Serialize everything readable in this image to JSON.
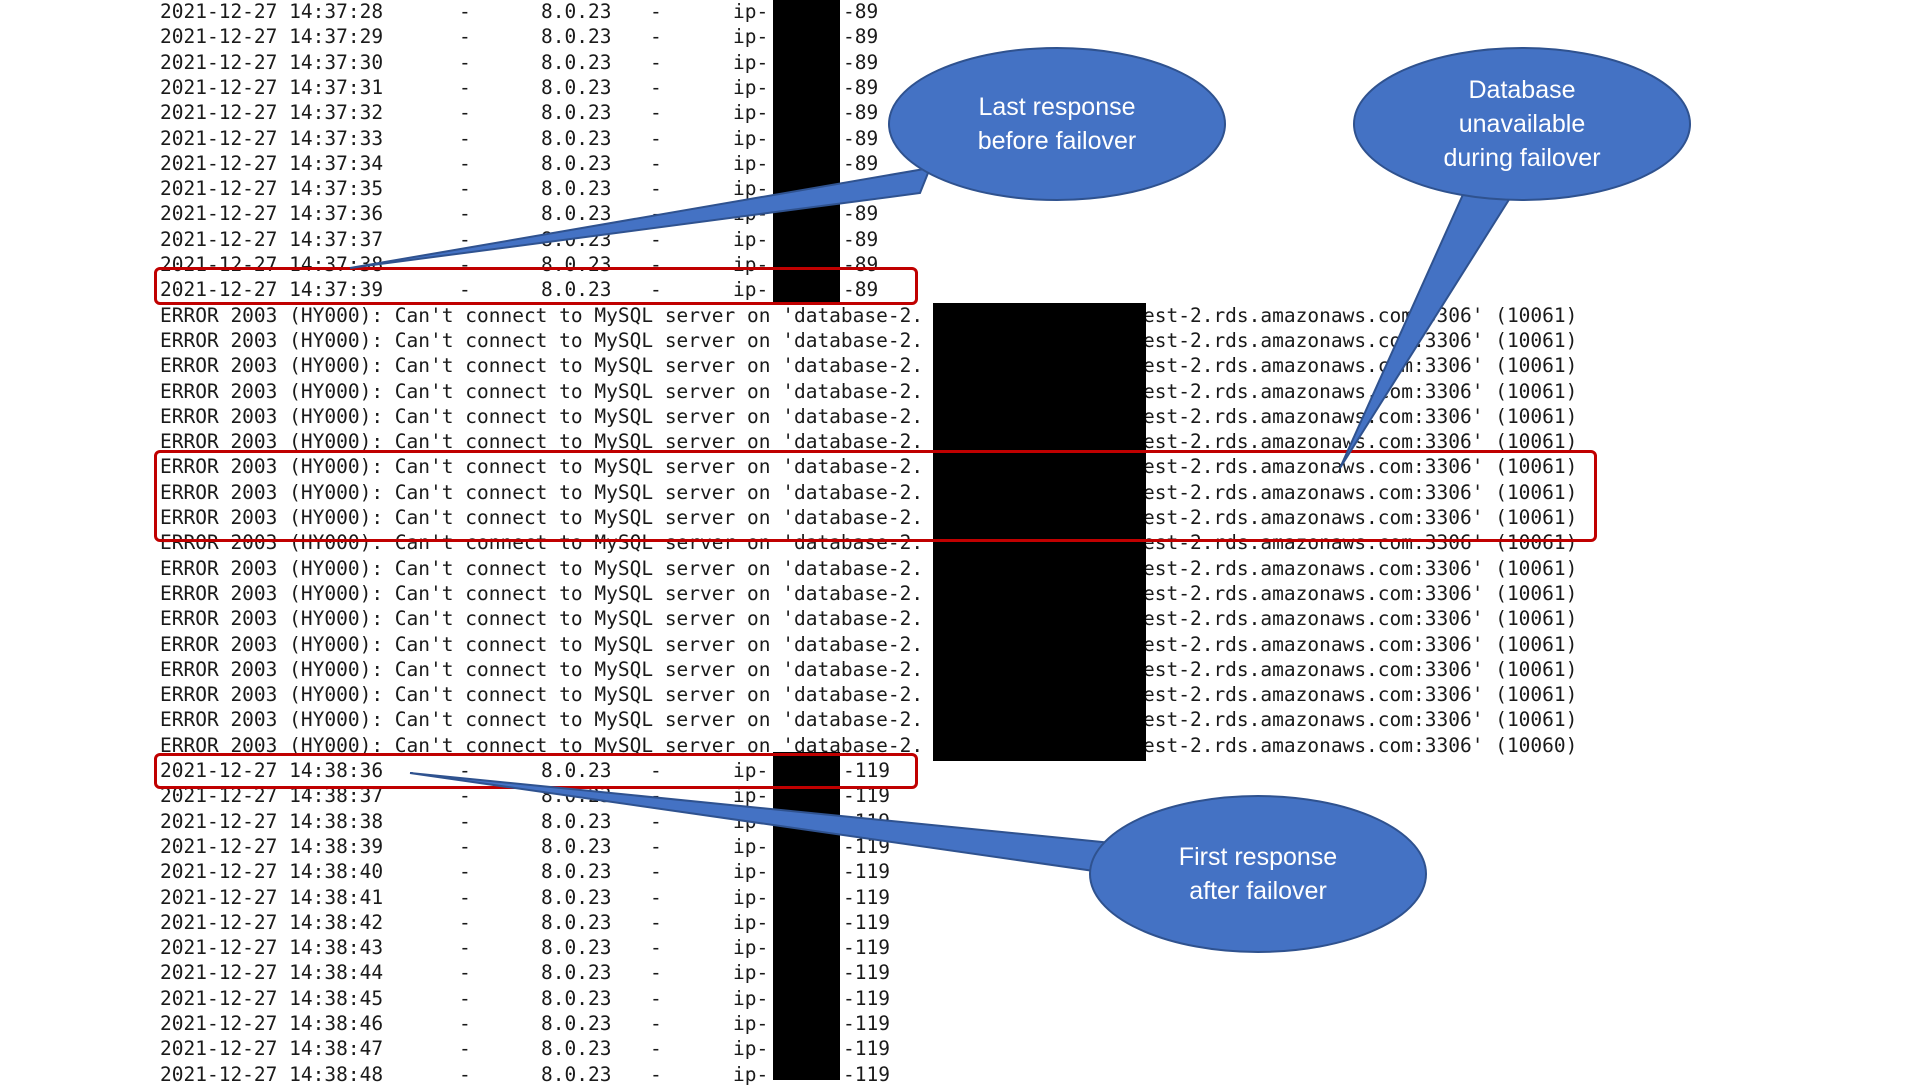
{
  "log": {
    "pre_failover_rows": [
      {
        "timestamp": "2021-12-27 14:37:28",
        "dash1": "-",
        "version": "8.0.23",
        "dash2": "-",
        "ip_prefix": "ip-",
        "ip_suffix": "-89"
      },
      {
        "timestamp": "2021-12-27 14:37:29",
        "dash1": "-",
        "version": "8.0.23",
        "dash2": "-",
        "ip_prefix": "ip-",
        "ip_suffix": "-89"
      },
      {
        "timestamp": "2021-12-27 14:37:30",
        "dash1": "-",
        "version": "8.0.23",
        "dash2": "-",
        "ip_prefix": "ip-",
        "ip_suffix": "-89"
      },
      {
        "timestamp": "2021-12-27 14:37:31",
        "dash1": "-",
        "version": "8.0.23",
        "dash2": "-",
        "ip_prefix": "ip-",
        "ip_suffix": "-89"
      },
      {
        "timestamp": "2021-12-27 14:37:32",
        "dash1": "-",
        "version": "8.0.23",
        "dash2": "-",
        "ip_prefix": "ip-",
        "ip_suffix": "-89"
      },
      {
        "timestamp": "2021-12-27 14:37:33",
        "dash1": "-",
        "version": "8.0.23",
        "dash2": "-",
        "ip_prefix": "ip-",
        "ip_suffix": "-89"
      },
      {
        "timestamp": "2021-12-27 14:37:34",
        "dash1": "-",
        "version": "8.0.23",
        "dash2": "-",
        "ip_prefix": "ip-",
        "ip_suffix": "-89"
      },
      {
        "timestamp": "2021-12-27 14:37:35",
        "dash1": "-",
        "version": "8.0.23",
        "dash2": "-",
        "ip_prefix": "ip-",
        "ip_suffix": "-89"
      },
      {
        "timestamp": "2021-12-27 14:37:36",
        "dash1": "-",
        "version": "8.0.23",
        "dash2": "-",
        "ip_prefix": "ip-",
        "ip_suffix": "-89"
      },
      {
        "timestamp": "2021-12-27 14:37:37",
        "dash1": "-",
        "version": "8.0.23",
        "dash2": "-",
        "ip_prefix": "ip-",
        "ip_suffix": "-89"
      },
      {
        "timestamp": "2021-12-27 14:37:38",
        "dash1": "-",
        "version": "8.0.23",
        "dash2": "-",
        "ip_prefix": "ip-",
        "ip_suffix": "-89"
      },
      {
        "timestamp": "2021-12-27 14:37:39",
        "dash1": "-",
        "version": "8.0.23",
        "dash2": "-",
        "ip_prefix": "ip-",
        "ip_suffix": "-89"
      }
    ],
    "error_rows": [
      {
        "left": "ERROR 2003 (HY000): Can't connect to MySQL server on 'database-2.",
        "right": "est-2.rds.amazonaws.com:3306' (10061)"
      },
      {
        "left": "ERROR 2003 (HY000): Can't connect to MySQL server on 'database-2.",
        "right": "est-2.rds.amazonaws.com:3306' (10061)"
      },
      {
        "left": "ERROR 2003 (HY000): Can't connect to MySQL server on 'database-2.",
        "right": "est-2.rds.amazonaws.com:3306' (10061)"
      },
      {
        "left": "ERROR 2003 (HY000): Can't connect to MySQL server on 'database-2.",
        "right": "est-2.rds.amazonaws.com:3306' (10061)"
      },
      {
        "left": "ERROR 2003 (HY000): Can't connect to MySQL server on 'database-2.",
        "right": "est-2.rds.amazonaws.com:3306' (10061)"
      },
      {
        "left": "ERROR 2003 (HY000): Can't connect to MySQL server on 'database-2.",
        "right": "est-2.rds.amazonaws.com:3306' (10061)"
      },
      {
        "left": "ERROR 2003 (HY000): Can't connect to MySQL server on 'database-2.",
        "right": "est-2.rds.amazonaws.com:3306' (10061)"
      },
      {
        "left": "ERROR 2003 (HY000): Can't connect to MySQL server on 'database-2.",
        "right": "est-2.rds.amazonaws.com:3306' (10061)"
      },
      {
        "left": "ERROR 2003 (HY000): Can't connect to MySQL server on 'database-2.",
        "right": "est-2.rds.amazonaws.com:3306' (10061)"
      },
      {
        "left": "ERROR 2003 (HY000): Can't connect to MySQL server on 'database-2.",
        "right": "est-2.rds.amazonaws.com:3306' (10061)"
      },
      {
        "left": "ERROR 2003 (HY000): Can't connect to MySQL server on 'database-2.",
        "right": "est-2.rds.amazonaws.com:3306' (10061)"
      },
      {
        "left": "ERROR 2003 (HY000): Can't connect to MySQL server on 'database-2.",
        "right": "est-2.rds.amazonaws.com:3306' (10061)"
      },
      {
        "left": "ERROR 2003 (HY000): Can't connect to MySQL server on 'database-2.",
        "right": "est-2.rds.amazonaws.com:3306' (10061)"
      },
      {
        "left": "ERROR 2003 (HY000): Can't connect to MySQL server on 'database-2.",
        "right": "est-2.rds.amazonaws.com:3306' (10061)"
      },
      {
        "left": "ERROR 2003 (HY000): Can't connect to MySQL server on 'database-2.",
        "right": "est-2.rds.amazonaws.com:3306' (10061)"
      },
      {
        "left": "ERROR 2003 (HY000): Can't connect to MySQL server on 'database-2.",
        "right": "est-2.rds.amazonaws.com:3306' (10061)"
      },
      {
        "left": "ERROR 2003 (HY000): Can't connect to MySQL server on 'database-2.",
        "right": "est-2.rds.amazonaws.com:3306' (10061)"
      },
      {
        "left": "ERROR 2003 (HY000): Can't connect to MySQL server on 'database-2.",
        "right": "est-2.rds.amazonaws.com:3306' (10060)"
      }
    ],
    "post_failover_rows": [
      {
        "timestamp": "2021-12-27 14:38:36",
        "dash1": "-",
        "version": "8.0.23",
        "dash2": "-",
        "ip_prefix": "ip-",
        "ip_suffix": "-119"
      },
      {
        "timestamp": "2021-12-27 14:38:37",
        "dash1": "-",
        "version": "8.0.23",
        "dash2": "-",
        "ip_prefix": "ip-",
        "ip_suffix": "-119"
      },
      {
        "timestamp": "2021-12-27 14:38:38",
        "dash1": "-",
        "version": "8.0.23",
        "dash2": "-",
        "ip_prefix": "ip-",
        "ip_suffix": "-119"
      },
      {
        "timestamp": "2021-12-27 14:38:39",
        "dash1": "-",
        "version": "8.0.23",
        "dash2": "-",
        "ip_prefix": "ip-",
        "ip_suffix": "-119"
      },
      {
        "timestamp": "2021-12-27 14:38:40",
        "dash1": "-",
        "version": "8.0.23",
        "dash2": "-",
        "ip_prefix": "ip-",
        "ip_suffix": "-119"
      },
      {
        "timestamp": "2021-12-27 14:38:41",
        "dash1": "-",
        "version": "8.0.23",
        "dash2": "-",
        "ip_prefix": "ip-",
        "ip_suffix": "-119"
      },
      {
        "timestamp": "2021-12-27 14:38:42",
        "dash1": "-",
        "version": "8.0.23",
        "dash2": "-",
        "ip_prefix": "ip-",
        "ip_suffix": "-119"
      },
      {
        "timestamp": "2021-12-27 14:38:43",
        "dash1": "-",
        "version": "8.0.23",
        "dash2": "-",
        "ip_prefix": "ip-",
        "ip_suffix": "-119"
      },
      {
        "timestamp": "2021-12-27 14:38:44",
        "dash1": "-",
        "version": "8.0.23",
        "dash2": "-",
        "ip_prefix": "ip-",
        "ip_suffix": "-119"
      },
      {
        "timestamp": "2021-12-27 14:38:45",
        "dash1": "-",
        "version": "8.0.23",
        "dash2": "-",
        "ip_prefix": "ip-",
        "ip_suffix": "-119"
      },
      {
        "timestamp": "2021-12-27 14:38:46",
        "dash1": "-",
        "version": "8.0.23",
        "dash2": "-",
        "ip_prefix": "ip-",
        "ip_suffix": "-119"
      },
      {
        "timestamp": "2021-12-27 14:38:47",
        "dash1": "-",
        "version": "8.0.23",
        "dash2": "-",
        "ip_prefix": "ip-",
        "ip_suffix": "-119"
      },
      {
        "timestamp": "2021-12-27 14:38:48",
        "dash1": "-",
        "version": "8.0.23",
        "dash2": "-",
        "ip_prefix": "ip-",
        "ip_suffix": "-119"
      }
    ]
  },
  "callouts": {
    "last_response": [
      "Last response",
      "before failover"
    ],
    "db_unavailable": [
      "Database",
      "unavailable",
      "during failover"
    ],
    "first_response": [
      "First response",
      "after failover"
    ]
  },
  "colors": {
    "callout_fill": "#4472C4",
    "callout_stroke": "#2F528F",
    "highlight_border": "#C00000",
    "redaction": "#000000",
    "text": "#1A1A1A"
  }
}
